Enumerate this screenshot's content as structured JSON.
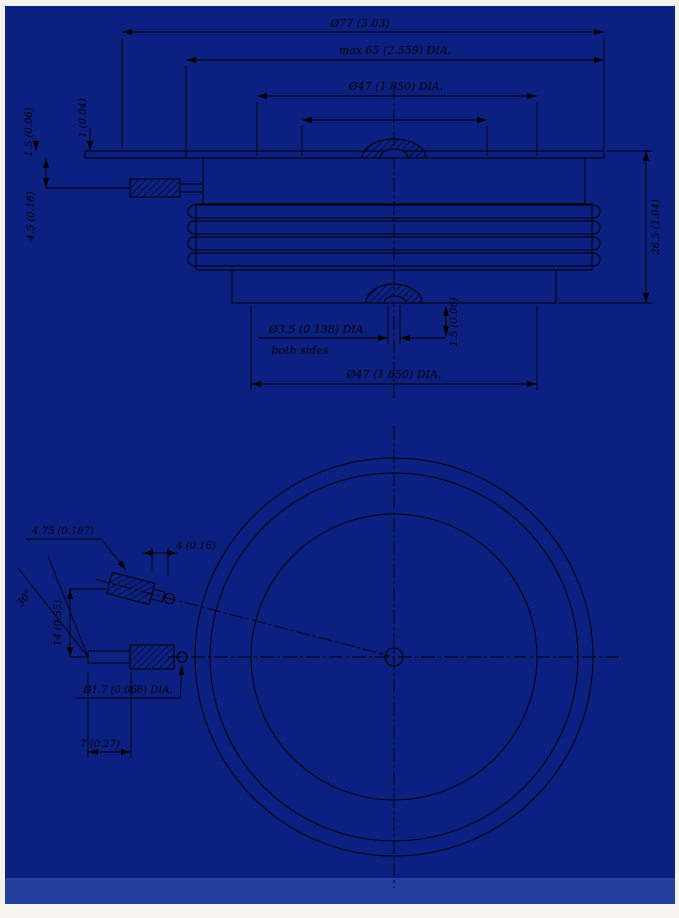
{
  "drawing": {
    "bg_color": "#0b2080",
    "footer_band_color": "#23409f",
    "line_color": "#000000",
    "side_view": {
      "dim_overall_dia": "Ø77 (3.03)",
      "dim_max_dia": "max 65 (2.559) DIA.",
      "dim_pole_dia_top": "Ø47 (1.850) DIA.",
      "dim_flange_thk": "1.5 (0.06)",
      "dim_lip_thk": "1 (0.04)",
      "dim_gate_offset": "4.5 (0.18)",
      "dim_height": "26.5 (1.04)",
      "dim_gate_hole": "Ø3.5 (0.138) DIA.",
      "note_both_sides": "both sides",
      "dim_recess_depth": "1.5 (0.06)",
      "dim_pole_dia_bottom": "Ø47 (1.850) DIA."
    },
    "bottom_view": {
      "dim_lead_width": "4.75 (0.187)",
      "dim_lead_thk": "4 (0.16)",
      "dim_lead_angle": "30°",
      "dim_lead_spacing": "14 (0.55)",
      "dim_pin_dia": "Ø1.7 (0.066) DIA.",
      "dim_lead_length": "7 (0.27)"
    }
  }
}
